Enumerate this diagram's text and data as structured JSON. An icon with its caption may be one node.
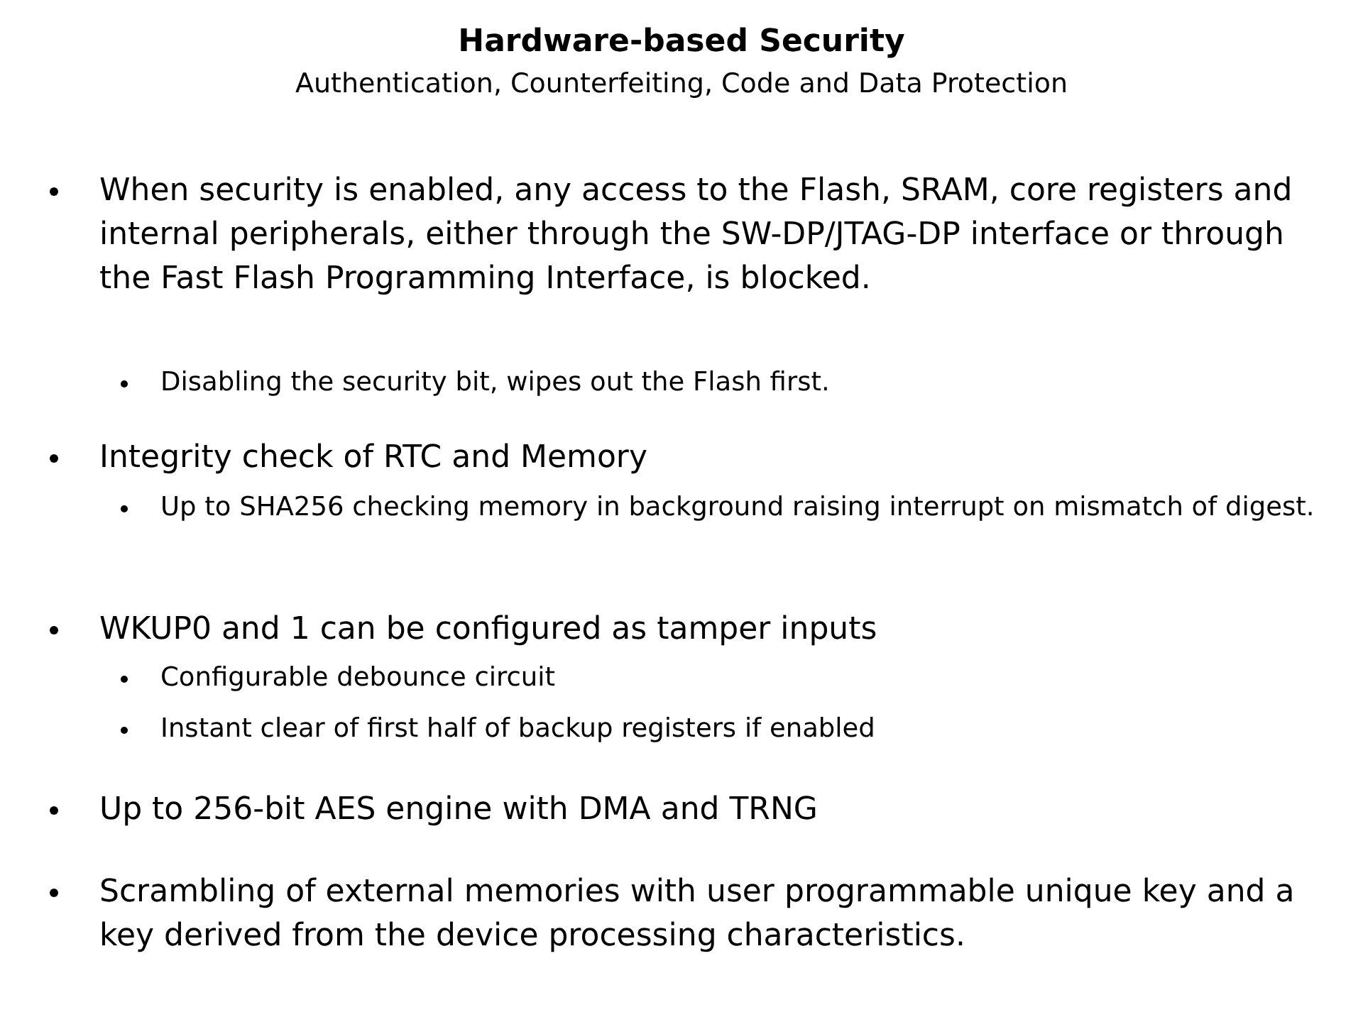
{
  "diagram": {
    "title": "Hardware-based Security",
    "labels": [
      "Authentication, Counterfeiting, Code and Data Protection",
      "When security is enabled, any access to the Flash, SRAM, core registers and internal peripherals, either through the SW-DP/JTAG-DP interface or through the Fast Flash Programming Interface, is blocked.",
      "Disabling the security bit, wipes out the Flash first.",
      "Integrity check of RTC and Memory",
      "Up to SHA256 checking memory in background raising interrupt on mismatch of digest.",
      "WKUP0 and 1 can be configured as tamper inputs",
      "Configurable debounce circuit",
      "Instant clear of first half of backup registers if enabled",
      "Up to 256-bit AES engine with DMA and TRNG",
      "Scrambling of external memories with user programmable unique key and a key derived from the device processing characteristics."
    ]
  }
}
